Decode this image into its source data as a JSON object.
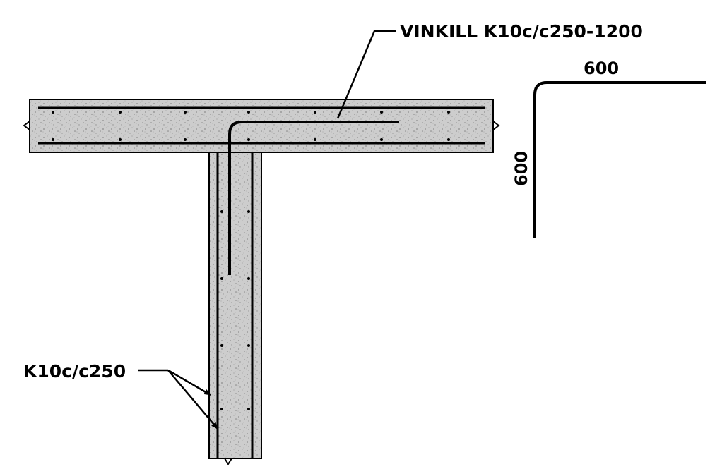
{
  "annotations": {
    "top_rebar_label": "VINKILL K10c/c250-1200",
    "wall_rebar_label": "K10c/c250"
  },
  "bar_shape": {
    "horizontal_dim": "600",
    "vertical_dim": "600"
  },
  "colors": {
    "ink": "#000000",
    "concrete": "#c8c8c8",
    "background": "#ffffff"
  }
}
